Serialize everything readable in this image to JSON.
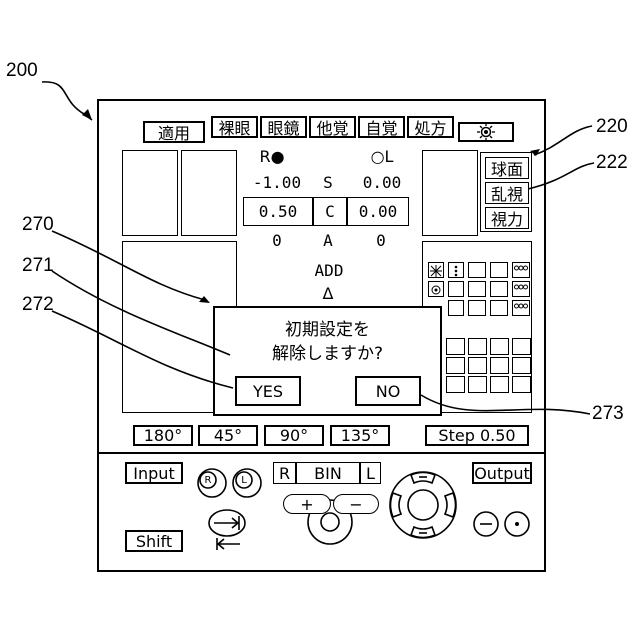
{
  "refs": {
    "device": "200",
    "r220": "220",
    "r222": "222",
    "r270": "270",
    "r271": "271",
    "r272": "272",
    "r273": "273"
  },
  "header": {
    "apply": "適用",
    "tabs": [
      "裸眼",
      "眼鏡",
      "他覚",
      "自覚",
      "処方"
    ]
  },
  "eyes": {
    "right": "R●",
    "left": "○L"
  },
  "values": {
    "s_right": "-1.00",
    "s_label": "S",
    "s_left": "0.00",
    "c_right": "0.50",
    "c_label": "C",
    "c_left": "0.00",
    "a_right": "0",
    "a_label": "A",
    "a_left": "0",
    "add_label": "ADD",
    "add_symbol": "Δ"
  },
  "side_menu": [
    "球面",
    "乱視",
    "視力"
  ],
  "dialog": {
    "message_line1": "初期設定を",
    "message_line2": "解除しますか?",
    "yes": "YES",
    "no": "NO"
  },
  "axis_buttons": [
    "180°",
    "45°",
    "90°",
    "135°"
  ],
  "step": "Step 0.50",
  "controls": {
    "input": "Input",
    "output": "Output",
    "shift": "Shift",
    "r": "R",
    "bin": "BIN",
    "l": "L",
    "plus": "+",
    "minus": "−",
    "r_circle": "R",
    "l_circle": "L"
  }
}
